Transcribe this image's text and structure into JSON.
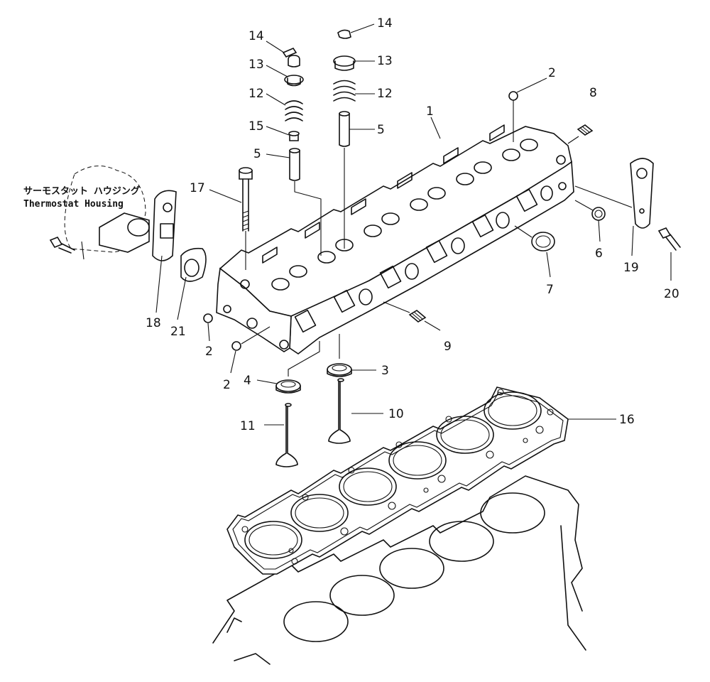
{
  "thermostat_housing": {
    "label_jp": "サーモスタット ハウジング",
    "label_en": "Thermostat Housing"
  },
  "part_labels": {
    "p1": "1",
    "p2a": "2",
    "p2b": "2",
    "p2c": "2",
    "p3": "3",
    "p4": "4",
    "p5a": "5",
    "p5b": "5",
    "p6": "6",
    "p7": "7",
    "p8": "8",
    "p9": "9",
    "p10": "10",
    "p11": "11",
    "p12a": "12",
    "p12b": "12",
    "p13a": "13",
    "p13b": "13",
    "p14a": "14",
    "p14b": "14",
    "p15": "15",
    "p16": "16",
    "p17": "17",
    "p18": "18",
    "p19": "19",
    "p20": "20",
    "p21": "21"
  }
}
